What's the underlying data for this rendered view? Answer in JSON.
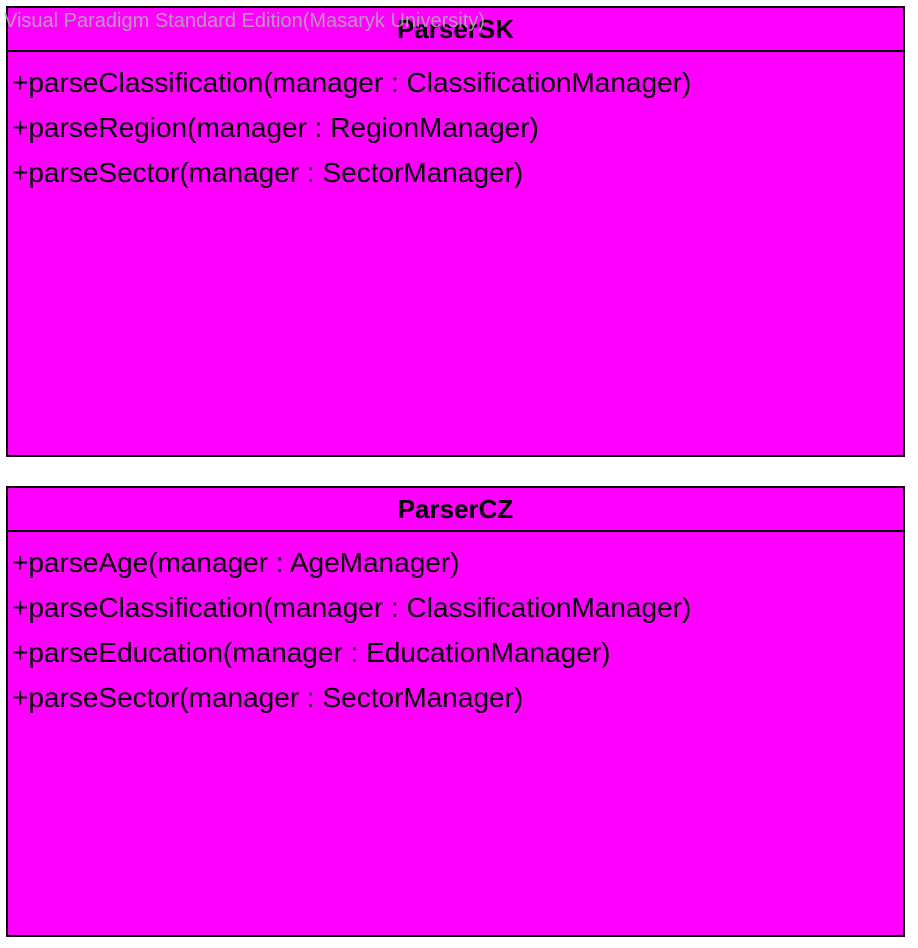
{
  "watermark": "Visual Paradigm Standard Edition(Masaryk University)",
  "colors": {
    "class_fill": "#ff00ff",
    "border": "#000000",
    "watermark": "#b0b0b0"
  },
  "classes": [
    {
      "name": "ParserSK",
      "operations": [
        "+parseClassification(manager : ClassificationManager)",
        "+parseRegion(manager : RegionManager)",
        "+parseSector(manager : SectorManager)"
      ]
    },
    {
      "name": "ParserCZ",
      "operations": [
        "+parseAge(manager : AgeManager)",
        "+parseClassification(manager : ClassificationManager)",
        "+parseEducation(manager : EducationManager)",
        "+parseSector(manager : SectorManager)"
      ]
    }
  ]
}
